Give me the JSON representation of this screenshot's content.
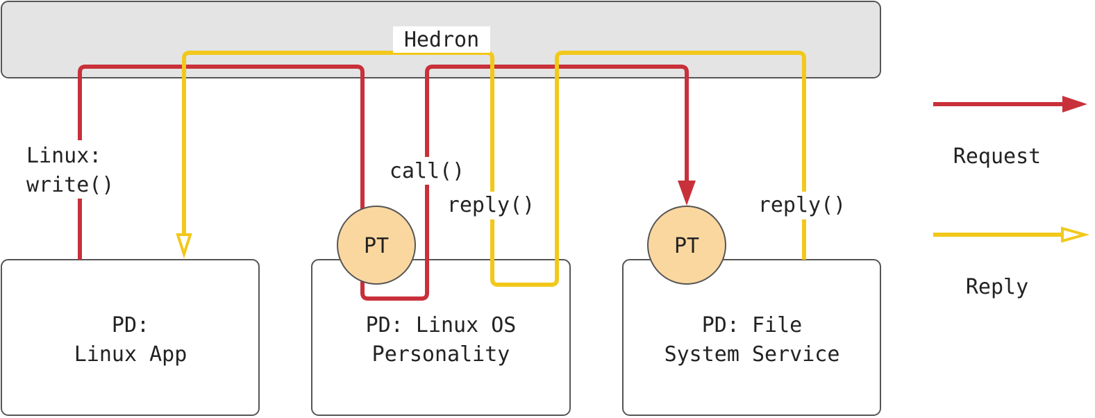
{
  "hedron": {
    "label": "Hedron"
  },
  "domains": {
    "linux_app": {
      "line1": "PD:",
      "line2": "Linux App"
    },
    "linux_os": {
      "line1": "PD: Linux OS",
      "line2": "Personality"
    },
    "fs_service": {
      "line1": "PD: File",
      "line2": "System Service"
    }
  },
  "portals": {
    "os_pt": "PT",
    "fs_pt": "PT"
  },
  "edge_labels": {
    "linux_write_1": "Linux:",
    "linux_write_2": "write()",
    "call": "call()",
    "reply_os": "reply()",
    "reply_fs": "reply()"
  },
  "legend": {
    "request": "Request",
    "reply": "Reply"
  },
  "colors": {
    "request": "#c8303a",
    "reply": "#f2c81a",
    "portal_fill": "#fbd7a0",
    "hedron_fill": "#e4e4e4"
  }
}
